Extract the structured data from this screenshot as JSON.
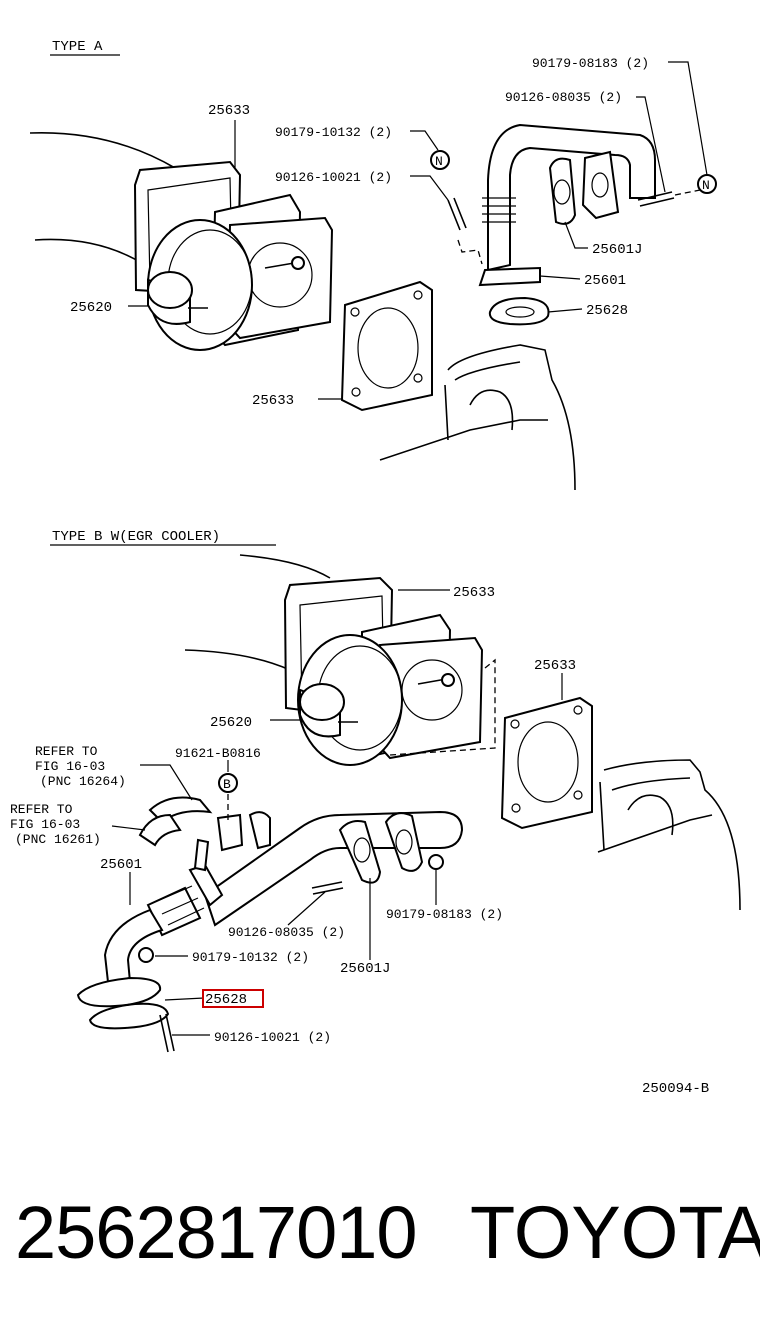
{
  "sections": {
    "type_a": "TYPE A",
    "type_b": "TYPE B  W(EGR COOLER)"
  },
  "labels_a": {
    "l1": "25633",
    "l2": "90179-08183 (2)",
    "l3": "90126-08035 (2)",
    "l4": "90179-10132 (2)",
    "l5": "90126-10021 (2)",
    "l6": "25620",
    "l7": "25601J",
    "l8": "25601",
    "l9": "25628",
    "l10": "25633"
  },
  "labels_b": {
    "l1": "25633",
    "l2": "25633",
    "l3": "25620",
    "l4": "REFER TO",
    "l5": "FIG 16-03",
    "l6": "(PNC 16264)",
    "l7": "91621-B0816",
    "l8": "REFER TO",
    "l9": "FIG 16-03",
    "l10": "(PNC 16261)",
    "l11": "25601",
    "l12": "90126-08035 (2)",
    "l13": "90179-08183 (2)",
    "l14": "90179-10132 (2)",
    "l15": "25601J",
    "l16": "25628",
    "l17": "90126-10021 (2)"
  },
  "markers": {
    "n": "N",
    "b": "B"
  },
  "figure_code": "250094-B",
  "footer": {
    "part_number": "2562817010",
    "brand": "TOYOTA"
  },
  "colors": {
    "highlight": "#cc0000"
  }
}
